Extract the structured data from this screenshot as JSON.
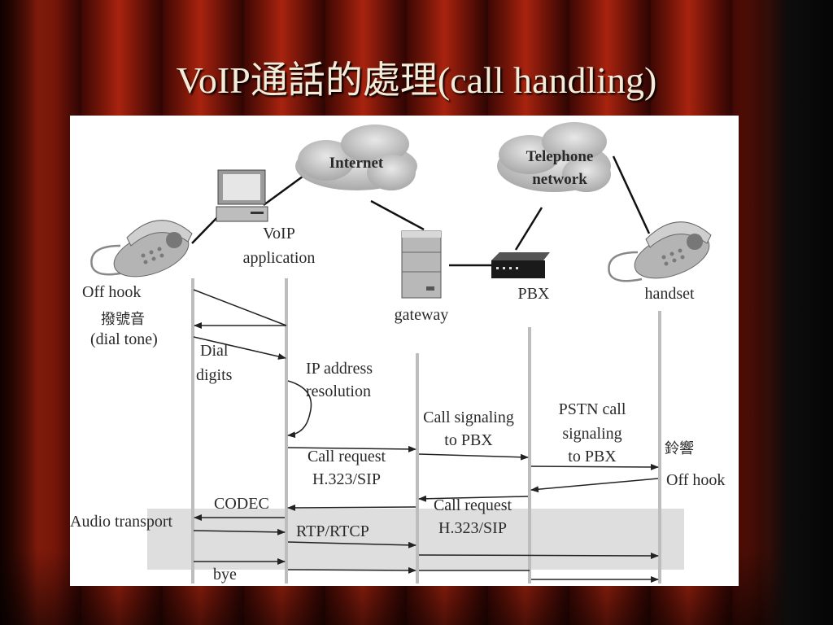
{
  "slide": {
    "title": "VoIP通話的處理(call handling)"
  },
  "diagram": {
    "devices": {
      "internet": "Internet",
      "telephone_network_line1": "Telephone",
      "telephone_network_line2": "network",
      "voip_app_line1": "VoIP",
      "voip_app_line2": "application",
      "gateway": "gateway",
      "pbx": "PBX",
      "handset": "handset"
    },
    "caller": {
      "off_hook": "Off hook",
      "dial_tone_cjk": "撥號音",
      "dial_tone": "(dial tone)"
    },
    "messages": {
      "dial_digits_line1": "Dial",
      "dial_digits_line2": "digits",
      "ip_resolution_line1": "IP address",
      "ip_resolution_line2": "resolution",
      "call_signaling_line1": "Call signaling",
      "call_signaling_line2": "to PBX",
      "pstn_line1": "PSTN call",
      "pstn_line2": "signaling",
      "pstn_line3": "to PBX",
      "ring_cjk": "鈴響",
      "callee_off_hook": "Off hook",
      "call_request_line1": "Call request",
      "call_request_line2": "H.323/SIP",
      "call_request_back_line1": "Call request",
      "call_request_back_line2": "H.323/SIP",
      "codec": "CODEC",
      "audio_transport": "Audio transport",
      "rtp_rtcp": "RTP/RTCP",
      "bye": "bye"
    }
  }
}
